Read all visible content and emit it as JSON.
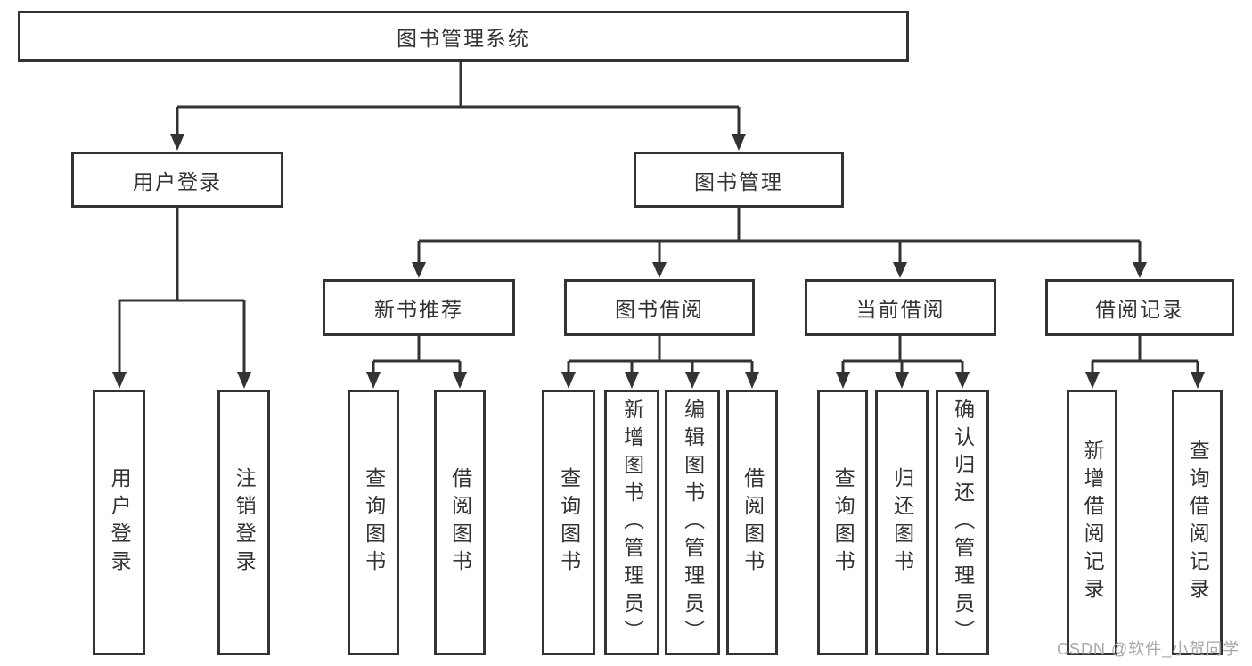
{
  "diagram_title": "图书管理系统",
  "root": {
    "label": "图书管理系统"
  },
  "l2": [
    {
      "label": "用户登录"
    },
    {
      "label": "图书管理"
    }
  ],
  "l3": [
    {
      "label": "新书推荐"
    },
    {
      "label": "图书借阅"
    },
    {
      "label": "当前借阅"
    },
    {
      "label": "借阅记录"
    }
  ],
  "leaf": [
    {
      "label": "用户登录"
    },
    {
      "label": "注销登录"
    },
    {
      "label": "查询图书"
    },
    {
      "label": "借阅图书"
    },
    {
      "label": "查询图书"
    },
    {
      "label": "新增图书（管理员）"
    },
    {
      "label": "编辑图书（管理员）"
    },
    {
      "label": "借阅图书"
    },
    {
      "label": "查询图书"
    },
    {
      "label": "归还图书"
    },
    {
      "label": "确认归还（管理员）"
    },
    {
      "label": "新增借阅记录"
    },
    {
      "label": "查询借阅记录"
    }
  ],
  "hierarchy_note": {
    "root_children": "用户登录, 图书管理",
    "user_login_children": "用户登录, 注销登录",
    "book_mgmt_children": "新书推荐, 图书借阅, 当前借阅, 借阅记录",
    "new_book_children": "查询图书, 借阅图书",
    "book_borrow_children": "查询图书, 新增图书（管理员）, 编辑图书（管理员）, 借阅图书",
    "current_borrow_children": "查询图书, 归还图书, 确认归还（管理员）",
    "borrow_record_children": "新增借阅记录, 查询借阅记录"
  },
  "colors": {
    "line": "#333333",
    "text": "#333333",
    "background": "#ffffff",
    "watermark": "#a8a8a8"
  },
  "watermark": {
    "text": "CSDN @软件_小贺同学"
  }
}
